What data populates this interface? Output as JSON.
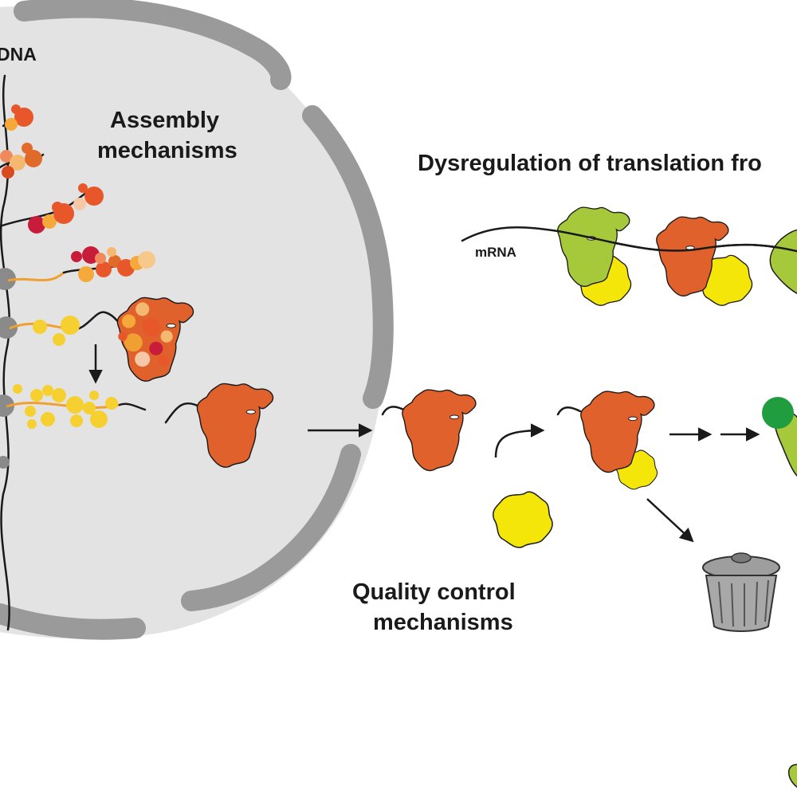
{
  "labels": {
    "dna": "DNA",
    "assembly_line1": "Assembly",
    "assembly_line2": "mechanisms",
    "dysregulation": "Dysregulation of translation fro",
    "mrna": "mRNA",
    "quality_line1": "Quality control",
    "quality_line2": "mechanisms"
  },
  "colors": {
    "nucleus_fill": "#e3e3e4",
    "envelope": "#9a9a9a",
    "ribosome_orange": "#e0612b",
    "ribosome_green": "#a6c93c",
    "subunit_yellow": "#f5e60a",
    "quality_dot_green": "#1f9d3f"
  }
}
